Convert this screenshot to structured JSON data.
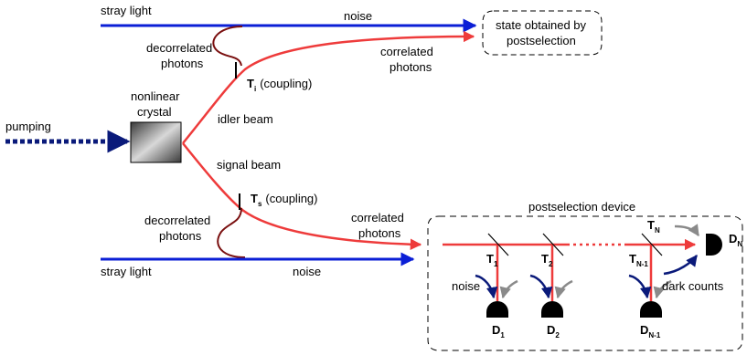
{
  "labels": {
    "stray_light_top": "stray light",
    "noise_top": "noise",
    "state_box_line1": "state obtained by",
    "state_box_line2": "postselection",
    "decorrelated_top_line1": "decorrelated",
    "decorrelated_top_line2": "photons",
    "correlated_top_line1": "correlated",
    "correlated_top_line2": "photons",
    "Ti_main": "T",
    "Ti_sub": "i",
    "Ti_suffix": "(coupling)",
    "crystal_line1": "nonlinear",
    "crystal_line2": "crystal",
    "pumping": "pumping",
    "idler_beam": "idler beam",
    "signal_beam": "signal beam",
    "Ts_main": "T",
    "Ts_sub": "s",
    "Ts_suffix": "(coupling)",
    "decorrelated_bottom_line1": "decorrelated",
    "decorrelated_bottom_line2": "photons",
    "correlated_bottom_line1": "correlated",
    "correlated_bottom_line2": "photons",
    "stray_light_bottom": "stray light",
    "noise_bottom": "noise",
    "postselection_device": "postselection device",
    "T1_main": "T",
    "T1_sub": "1",
    "T2_main": "T",
    "T2_sub": "2",
    "TN1_main": "T",
    "TN1_sub": "N-1",
    "TN_main": "T",
    "TN_sub": "N",
    "DN_main": "D",
    "DN_sub": "N",
    "noise_device": "noise",
    "dark_counts": "dark counts",
    "D1_main": "D",
    "D1_sub": "1",
    "D2_main": "D",
    "D2_sub": "2",
    "DN1_main": "D",
    "DN1_sub": "N-1"
  },
  "colors": {
    "photon_beam": "#ee3b3b",
    "stray_light": "#0b1fd6",
    "pump": "#0a1a7a",
    "decorrelated_loop": "#7a1010",
    "dark_count_arrow": "#0a1a7a",
    "gray_arrow": "#8a8a8a",
    "detector": "#000000"
  }
}
